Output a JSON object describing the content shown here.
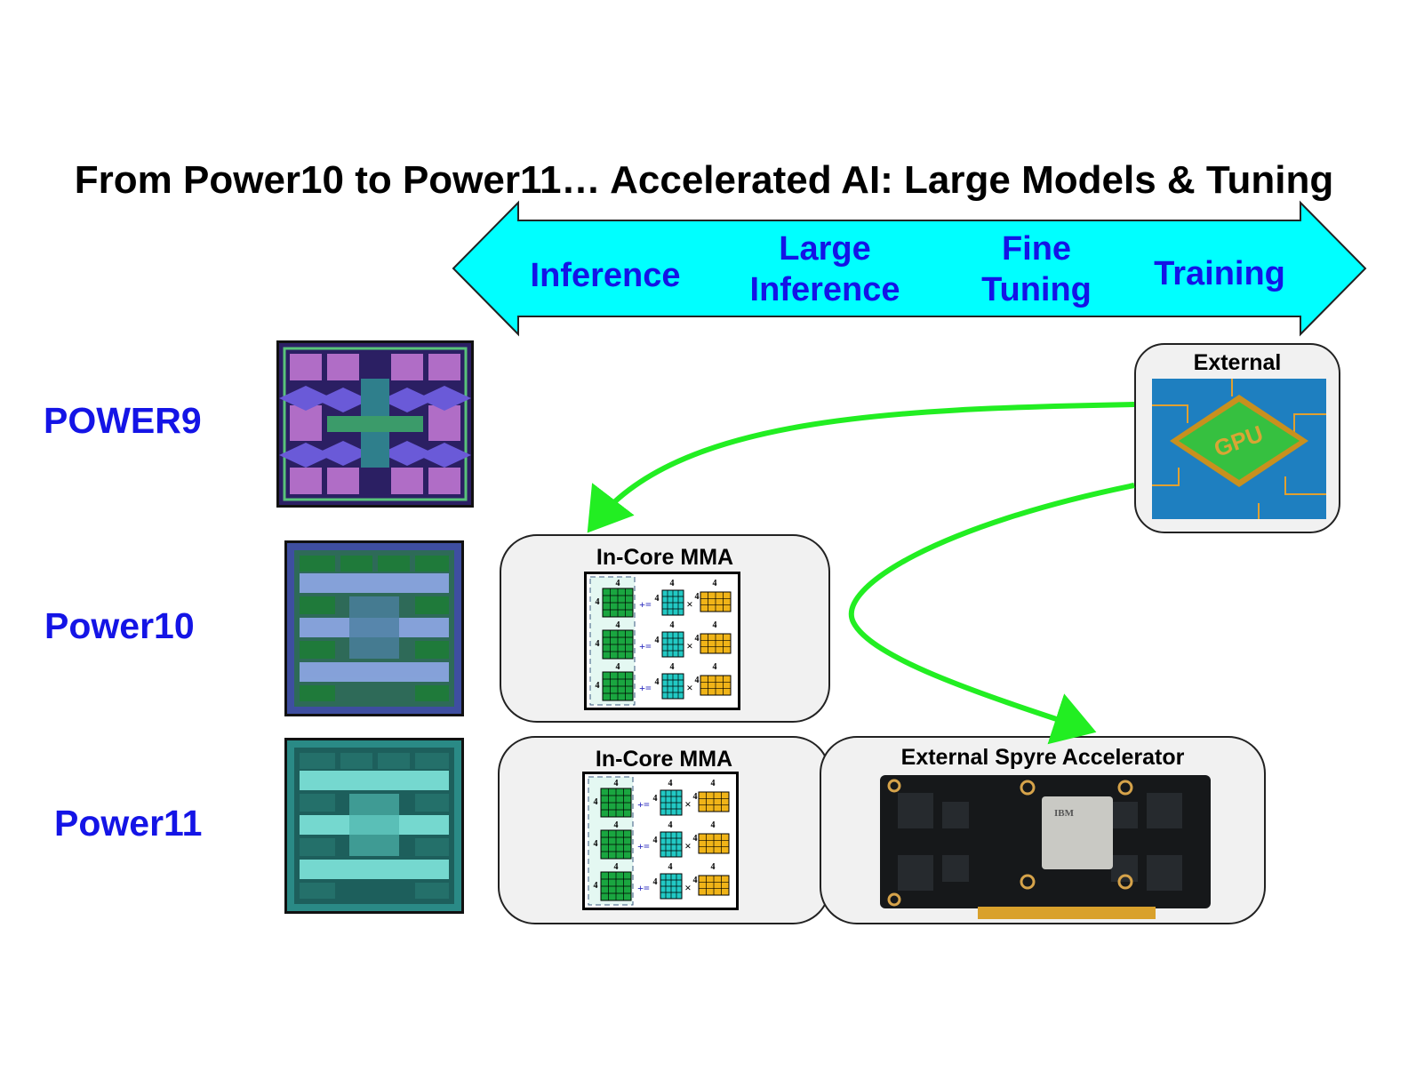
{
  "title": "From Power10 to Power11… Accelerated AI: Large Models & Tuning",
  "spectrum": {
    "stages": [
      {
        "label": "Inference"
      },
      {
        "label": "Large Inference"
      },
      {
        "label": "Fine Tuning"
      },
      {
        "label": "Training"
      }
    ],
    "color": "#00ffff"
  },
  "generations": [
    {
      "label": "POWER9"
    },
    {
      "label": "Power10"
    },
    {
      "label": "Power11"
    }
  ],
  "boxes": {
    "external_gpu": {
      "title": "External",
      "chip_text": "GPU"
    },
    "p10_mma": {
      "title": "In-Core MMA"
    },
    "p11_mma": {
      "title": "In-Core MMA"
    },
    "spyre": {
      "title": "External Spyre Accelerator",
      "chip_brand": "IBM"
    }
  },
  "mma_dim_label": "4",
  "mma_ops": {
    "accumulate": "+=",
    "multiply": "×"
  },
  "colors": {
    "label_blue": "#1414e6",
    "arrow_green": "#22ee22",
    "matrix_green": "#1aa640",
    "matrix_cyan": "#22c9c4",
    "matrix_gold": "#f0b418"
  }
}
